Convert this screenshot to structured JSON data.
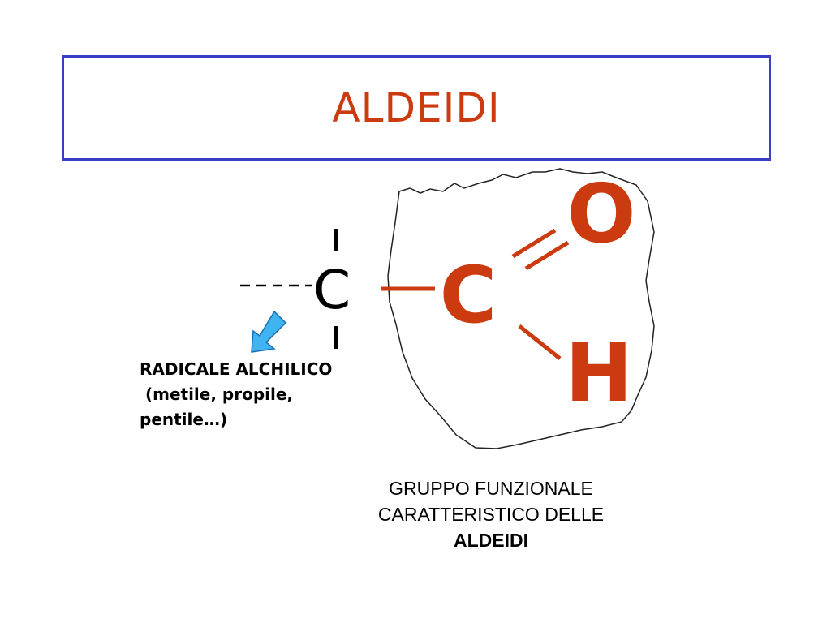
{
  "title": "ALDEIDI",
  "colors": {
    "title": "#cc3a10",
    "border": "#3a3fc4",
    "functional_group": "#cc3a10",
    "arrow_fill": "#3fb4f0",
    "arrow_stroke": "#1a6fb3"
  },
  "structure": {
    "carbon_label": "C",
    "functional_group": {
      "carbon": "C",
      "oxygen": "O",
      "hydrogen": "H"
    }
  },
  "radicale": {
    "line1": "RADICALE ALCHILICO",
    "line2": " (metile, propile,",
    "line3": "pentile…)"
  },
  "gruppo": {
    "line1": "GRUPPO FUNZIONALE",
    "line2": "CARATTERISTICO DELLE",
    "line3": "ALDEIDI"
  },
  "icons": [
    "blue-arrow-icon",
    "blob-outline"
  ]
}
